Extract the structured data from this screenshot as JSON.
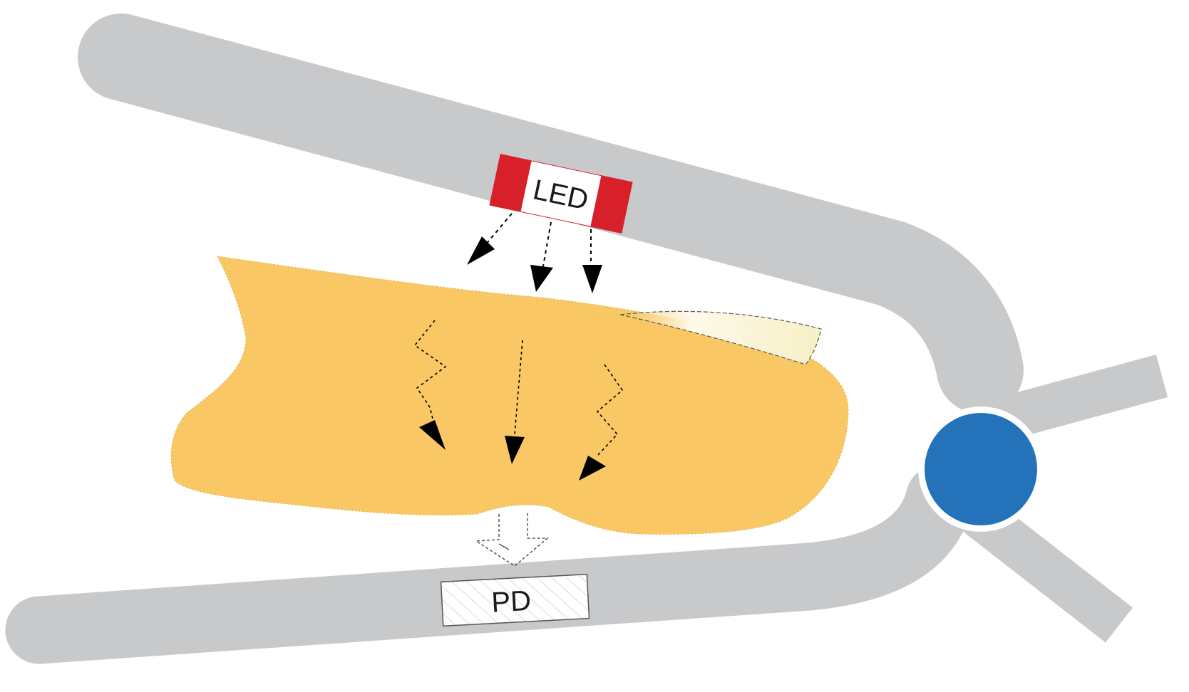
{
  "labels": {
    "led": "LED",
    "pd": "PD"
  },
  "colors": {
    "clip_arm": "#c8c9cb",
    "hinge": "#2472ba",
    "led": "#d8202a",
    "tissue": "#f9c865",
    "nail": "#fdf6d9",
    "arrow": "#000000",
    "background": "#ffffff"
  },
  "icons": {
    "led_to_tissue": "dashed-arrow",
    "scatter_in_tissue": "zigzag-arrow",
    "tissue_to_pd": "hollow-dashed-arrow"
  }
}
